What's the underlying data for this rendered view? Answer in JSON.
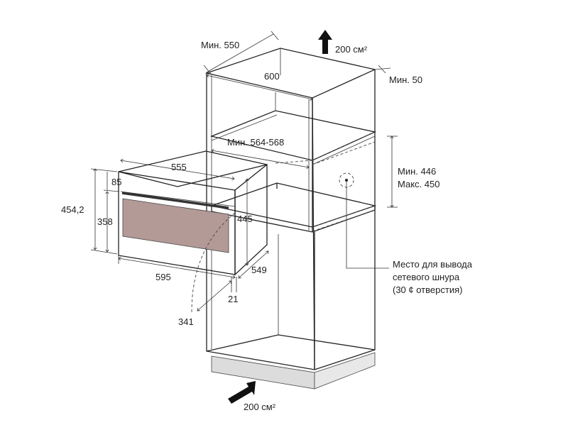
{
  "labels": {
    "min_550": "Мин. 550",
    "top_vent": "200 см²",
    "w_600": "600",
    "min_50": "Мин. 50",
    "min_564_568": "Мин. 564-568",
    "h_555": "555",
    "h_85": "85",
    "h_454_2": "454,2",
    "h_358": "358",
    "h_445": "445",
    "min_446": "Мин. 446",
    "max_450": "Макс. 450",
    "w_595": "595",
    "d_549": "549",
    "d_21": "21",
    "d_341": "341",
    "cord_1": "Место для вывода",
    "cord_2": "сетевого шнура",
    "cord_3": "(30 ¢ отверстия)",
    "bottom_vent": "200 см²"
  },
  "colors": {
    "line": "#222222",
    "oven_window": "#b39a97",
    "plinth": "#dcdcdc",
    "arrow": "#111111"
  }
}
